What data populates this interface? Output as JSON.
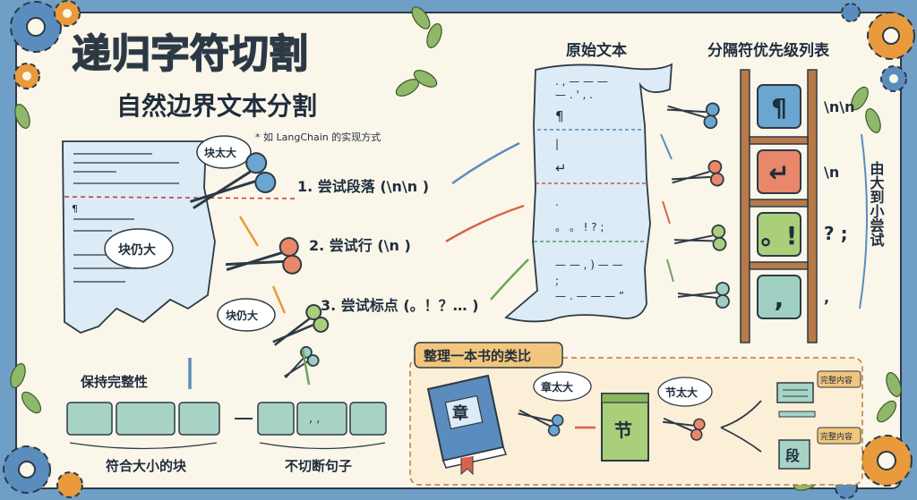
{
  "title": "递归字符切割",
  "subtitle": "自然边界文本分割",
  "note": "* 如 LangChain 的实现方式",
  "steps": [
    "1. 尝试段落 (\\n\\n )",
    "2. 尝试行 (\\n )",
    "3. 尝试标点 (。！？… )"
  ],
  "bubbles": {
    "b1": "块太大",
    "b2": "块仍大",
    "b3": "块仍大"
  },
  "doc_left": {
    "para_mark": "¶"
  },
  "puzzle": {
    "left_label": "保持完整性",
    "left_caption": "符合大小的块",
    "right_caption": "不切断句子",
    "right_text": ", ,"
  },
  "scroll": {
    "title": "原始文本",
    "lines": [
      ". , — — —",
      "— . ' , .",
      "¶",
      "|",
      "↵",
      ".",
      "。 。 ! ? ;",
      "— — , ) — —",
      ";",
      "— . — — — ”"
    ]
  },
  "priority": {
    "title": "分隔符优先级列表",
    "side_label": "由大到小尝试",
    "items": [
      {
        "icon": "¶",
        "label": "\\n\\n",
        "color": "#6aa6cf"
      },
      {
        "icon": "↵",
        "label": "\\n",
        "color": "#e8876a"
      },
      {
        "icon": "。!",
        "label": "? ;",
        "color": "#a9cf7a"
      },
      {
        "icon": ",",
        "label": ",",
        "color": "#9fcfc0"
      }
    ]
  },
  "analogy": {
    "title": "整理一本书的类比",
    "book": "章",
    "b1": "章太大",
    "section": "节",
    "b2": "节太大",
    "para": "段",
    "tag1": "完整内容",
    "tag2": "完整内容"
  },
  "colors": {
    "frame": "#6f9fc6",
    "paper": "#fbf6ea",
    "title": "#e8773a",
    "dark": "#1f2d3d"
  }
}
